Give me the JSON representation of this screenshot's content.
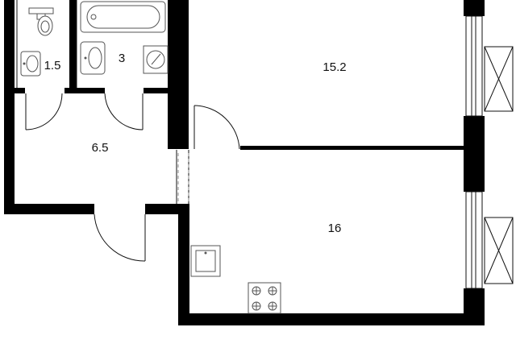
{
  "rooms": {
    "toilet": {
      "area": "1.5"
    },
    "bathroom": {
      "area": "3"
    },
    "living_room": {
      "area": "15.2"
    },
    "hallway": {
      "area": "6.5"
    },
    "kitchen": {
      "area": "16"
    }
  },
  "colors": {
    "wall": "#000000",
    "background": "#ffffff",
    "fixture_stroke": "#555555"
  }
}
